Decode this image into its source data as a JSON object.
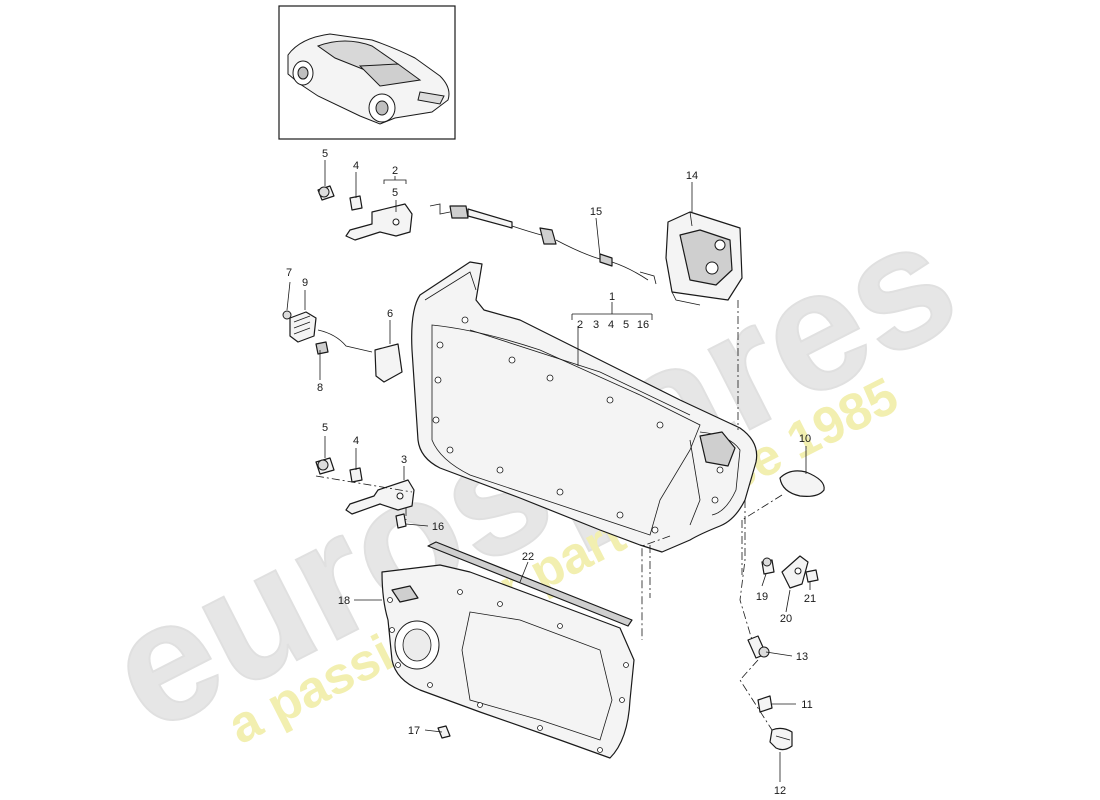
{
  "watermark": {
    "brand": "eurospares",
    "tagline": "a passion for parts since 1985",
    "brand_color": "#e6e6e6",
    "tagline_color": "#f2efb0"
  },
  "thumbnail": {
    "icon": "car-icon"
  },
  "callouts": {
    "c1": "1",
    "c1_sub": [
      "2",
      "3",
      "4",
      "5",
      "16"
    ],
    "c2": "2",
    "c2_sub": "5",
    "c3": "3",
    "c4a": "4",
    "c4b": "4",
    "c5a": "5",
    "c5b": "5",
    "c6": "6",
    "c7": "7",
    "c8": "8",
    "c9": "9",
    "c10": "10",
    "c11": "11",
    "c12": "12",
    "c13": "13",
    "c14": "14",
    "c15": "15",
    "c16": "16",
    "c17": "17",
    "c18": "18",
    "c19": "19",
    "c20": "20",
    "c21": "21",
    "c22": "22"
  }
}
